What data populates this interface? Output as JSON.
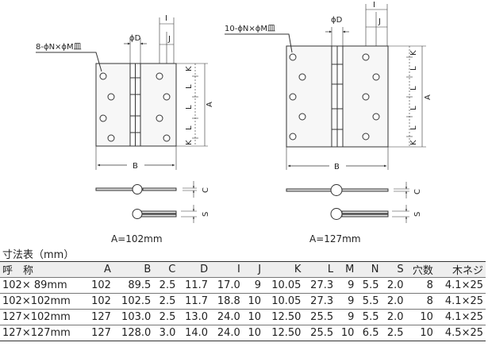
{
  "drawings": {
    "left": {
      "hole_label": "8-ϕN×ϕM皿",
      "d_label": "ϕD",
      "i_label": "I",
      "j_label": "J",
      "k_label": "K",
      "l_label": "L",
      "a_label": "A",
      "b_label": "B",
      "c_label": "C",
      "s_label": "S",
      "caption": "A=102mm"
    },
    "right": {
      "hole_label": "10-ϕN×ϕM皿",
      "d_label": "ϕD",
      "i_label": "I",
      "j_label": "J",
      "k_label": "K",
      "l_label": "L",
      "a_label": "A",
      "b_label": "B",
      "c_label": "C",
      "s_label": "S",
      "caption": "A=127mm"
    }
  },
  "table": {
    "title": "寸法表（mm）",
    "headers": [
      "呼　称",
      "A",
      "B",
      "C",
      "D",
      "I",
      "J",
      "K",
      "L",
      "M",
      "N",
      "S",
      "穴数",
      "木ネジ"
    ],
    "rows": [
      [
        "102× 89mm",
        "102",
        "89.5",
        "2.5",
        "11.7",
        "17.0",
        "9",
        "10.05",
        "27.3",
        "9",
        "5.5",
        "2.0",
        "8",
        "4.1×25"
      ],
      [
        "102×102mm",
        "102",
        "102.5",
        "2.5",
        "11.7",
        "18.8",
        "10",
        "10.05",
        "27.3",
        "9",
        "5.5",
        "2.0",
        "8",
        "4.1×25"
      ],
      [
        "127×102mm",
        "127",
        "103.0",
        "2.5",
        "13.0",
        "24.0",
        "10",
        "12.50",
        "25.5",
        "9",
        "5.5",
        "2.0",
        "10",
        "4.1×25"
      ],
      [
        "127×127mm",
        "127",
        "128.0",
        "3.0",
        "14.0",
        "24.0",
        "10",
        "12.50",
        "25.5",
        "10",
        "6.5",
        "2.5",
        "10",
        "4.5×25"
      ]
    ]
  }
}
